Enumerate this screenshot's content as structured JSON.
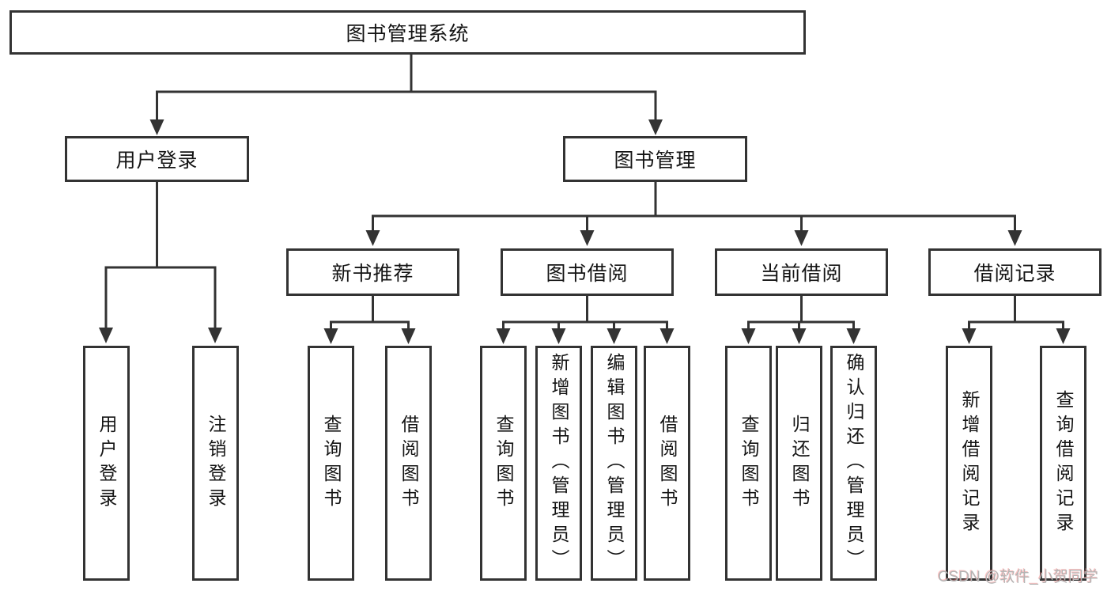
{
  "diagram": {
    "root": {
      "label": "图书管理系统"
    },
    "user": {
      "label": "用户登录",
      "children": [
        {
          "label": "用户登录"
        },
        {
          "label": "注销登录"
        }
      ]
    },
    "book": {
      "label": "图书管理",
      "groups": [
        {
          "label": "新书推荐",
          "children": [
            {
              "label": "查询图书"
            },
            {
              "label": "借阅图书"
            }
          ]
        },
        {
          "label": "图书借阅",
          "children": [
            {
              "label": "查询图书"
            },
            {
              "label": "新增图书（管理员）"
            },
            {
              "label": "编辑图书（管理员）"
            },
            {
              "label": "借阅图书"
            }
          ]
        },
        {
          "label": "当前借阅",
          "children": [
            {
              "label": "查询图书"
            },
            {
              "label": "归还图书"
            },
            {
              "label": "确认归还（管理员）"
            }
          ]
        },
        {
          "label": "借阅记录",
          "children": [
            {
              "label": "新增借阅记录"
            },
            {
              "label": "查询借阅记录"
            }
          ]
        }
      ]
    }
  },
  "watermark": {
    "text": "CSDN @软件_小贺同学"
  },
  "colors": {
    "line": "#333333",
    "box_border": "#333333",
    "text": "#141414",
    "watermark": "#b4b4b4",
    "background": "#ffffff"
  }
}
